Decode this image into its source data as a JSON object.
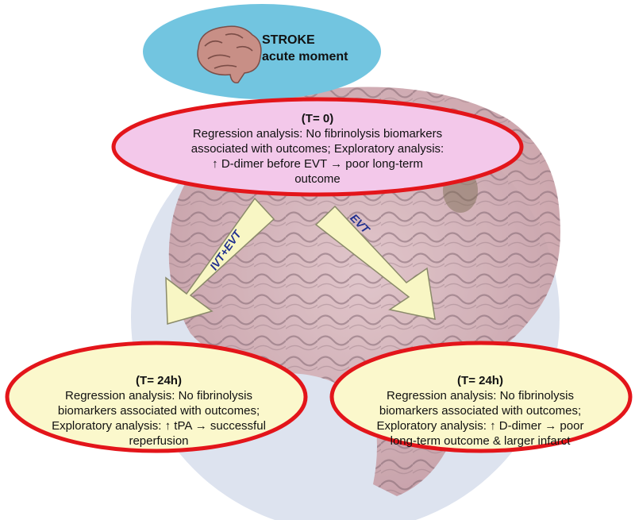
{
  "header": {
    "line1": "STROKE",
    "line2": "acute moment"
  },
  "baseline": {
    "time": "(T= 0)",
    "line1": "Regression analysis: No fibrinolysis biomarkers",
    "line2": "associated with outcomes; Exploratory analysis:",
    "line3": "↑ D-dimer before EVT → poor long-term",
    "line4": "outcome"
  },
  "arrows": {
    "left_label": "IVT+EVT",
    "right_label": "EVT"
  },
  "left_box": {
    "time": "(T= 24h)",
    "line1": "Regression analysis: No fibrinolysis",
    "line2": "biomarkers associated with outcomes;",
    "line3": "Exploratory analysis: ↑ tPA → successful",
    "line4": "reperfusion"
  },
  "right_box": {
    "time": "(T= 24h)",
    "line1": "Regression analysis: No fibrinolysis",
    "line2": "biomarkers associated with outcomes;",
    "line3": "Exploratory analysis: ↑ D-dimer → poor",
    "line4": "long-term outcome & larger infarct"
  },
  "colors": {
    "outline_red": "#e3151a",
    "top_blue": "#72c5e0",
    "pink_fill": "#f3c8ea",
    "yellow_fill": "#fbf8cc",
    "arrow_fill": "#f8f6c4",
    "arrow_label": "#1f2f8f",
    "circle_blue": "#dde3ef",
    "brain_pink": "#cfa7ad"
  }
}
